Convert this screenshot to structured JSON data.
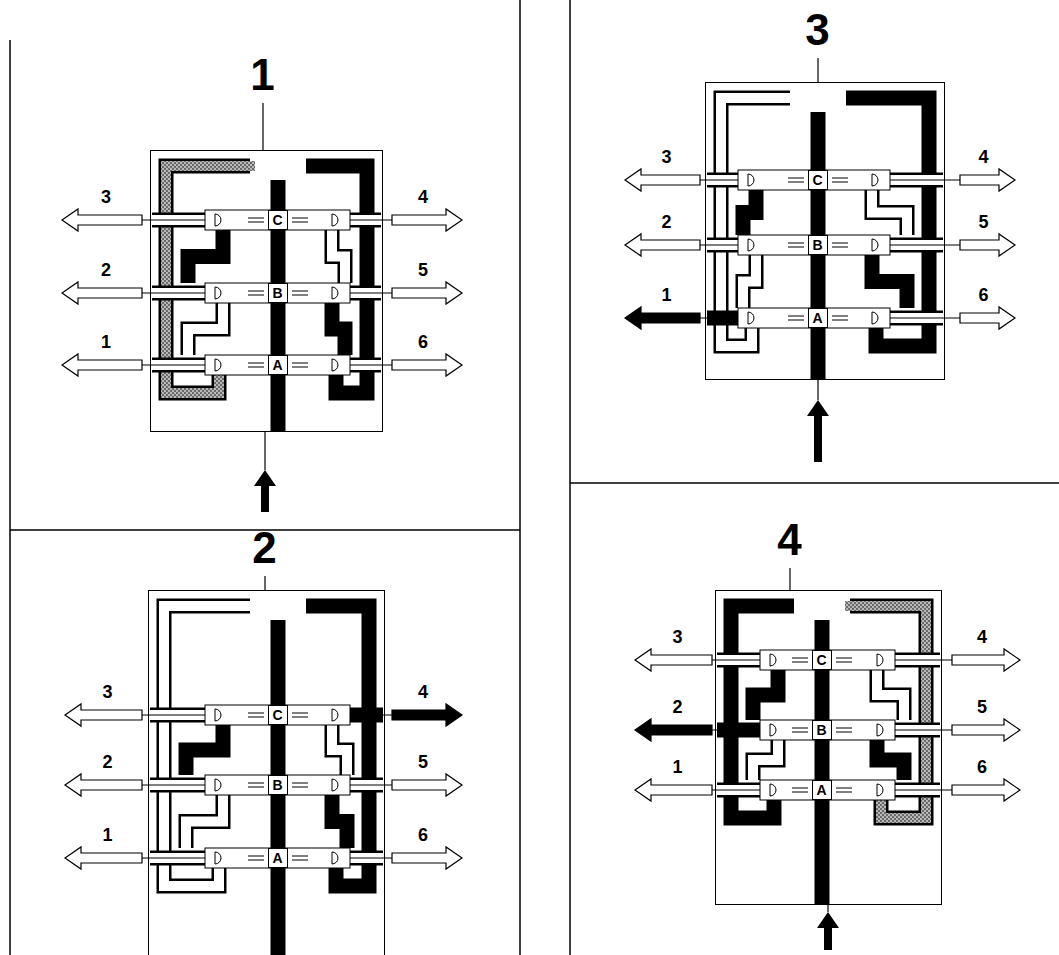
{
  "diagram": {
    "nodes": [
      {
        "text": [
          "1"
        ]
      },
      {
        "text": [
          "C"
        ],
        "in": 0
      },
      {
        "text": [
          "B"
        ],
        "in": 0
      },
      {
        "text": [
          "A"
        ],
        "in": 0
      },
      {
        "text": [
          "2"
        ]
      },
      {
        "text": [
          "C"
        ],
        "in": 4
      },
      {
        "text": [
          "B"
        ],
        "in": 4
      },
      {
        "text": [
          "A"
        ],
        "in": 4
      },
      {
        "text": [
          "3"
        ]
      },
      {
        "text": [
          "C"
        ],
        "in": 8
      },
      {
        "text": [
          "B"
        ],
        "in": 8
      },
      {
        "text": [
          "A"
        ],
        "in": 8
      },
      {
        "text": [
          "4"
        ]
      },
      {
        "text": [
          "C"
        ],
        "in": 12
      },
      {
        "text": [
          "B"
        ],
        "in": 12
      },
      {
        "text": [
          "A"
        ],
        "in": 12
      }
    ],
    "labels": [
      "3",
      "4",
      "2",
      "5",
      "1",
      "6",
      "3",
      "4",
      "2",
      "5",
      "1",
      "6",
      "3",
      "4",
      "2",
      "5",
      "1",
      "6",
      "3",
      "4",
      "2",
      "5",
      "1",
      "6"
    ]
  }
}
